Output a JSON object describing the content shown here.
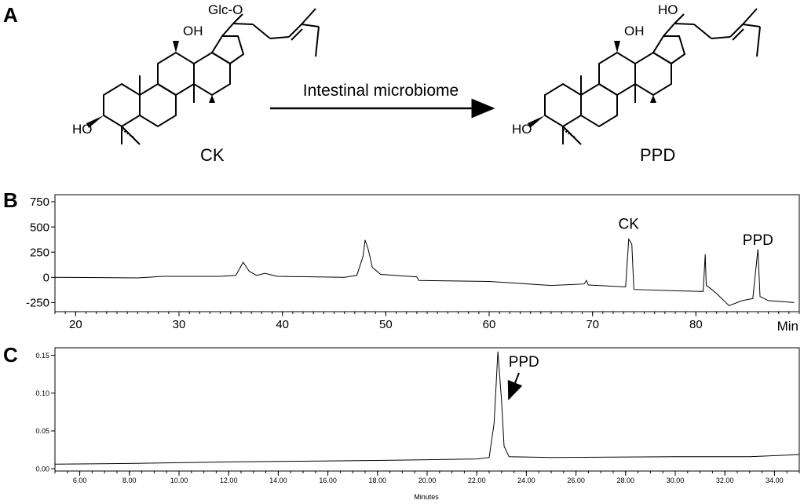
{
  "panels": {
    "a": "A",
    "b": "B",
    "c": "C"
  },
  "scheme": {
    "left_name": "CK",
    "right_name": "PPD",
    "arrow_label": "Intestinal microbiome",
    "left_labels": {
      "glc": "Glc-O",
      "oh": "OH",
      "ho": "HO"
    },
    "right_labels": {
      "ho_top": "HO",
      "oh": "OH",
      "ho": "HO"
    }
  },
  "chart_data": [
    {
      "type": "line",
      "panel": "B",
      "xlabel": "Min",
      "ylabel": "",
      "xlim": [
        18,
        90
      ],
      "ylim": [
        -340,
        820
      ],
      "x_ticks": [
        20,
        30,
        40,
        50,
        60,
        70,
        80
      ],
      "y_ticks": [
        -250,
        0,
        250,
        500,
        750
      ],
      "annotations": [
        {
          "text": "CK",
          "x": 73.5,
          "y": 480
        },
        {
          "text": "PPD",
          "x": 86.0,
          "y": 320
        }
      ],
      "series": [
        {
          "values": [
            [
              18,
              0
            ],
            [
              26,
              -5
            ],
            [
              28.5,
              10
            ],
            [
              34,
              10
            ],
            [
              35.5,
              20
            ],
            [
              36.2,
              150
            ],
            [
              36.8,
              60
            ],
            [
              37.5,
              20
            ],
            [
              38.3,
              40
            ],
            [
              39.5,
              10
            ],
            [
              46,
              0
            ],
            [
              47.2,
              20
            ],
            [
              47.8,
              210
            ],
            [
              48.0,
              370
            ],
            [
              48.3,
              280
            ],
            [
              48.7,
              100
            ],
            [
              49.5,
              30
            ],
            [
              53,
              5
            ],
            [
              53.2,
              -30
            ],
            [
              60,
              -40
            ],
            [
              66,
              -80
            ],
            [
              69.2,
              -65
            ],
            [
              69.4,
              -30
            ],
            [
              69.6,
              -75
            ],
            [
              73.2,
              -95
            ],
            [
              73.5,
              380
            ],
            [
              73.8,
              330
            ],
            [
              74.0,
              -120
            ],
            [
              79,
              -135
            ],
            [
              80.7,
              -140
            ],
            [
              80.9,
              230
            ],
            [
              81.0,
              -80
            ],
            [
              81.3,
              -100
            ],
            [
              82,
              -160
            ],
            [
              83.2,
              -280
            ],
            [
              84.5,
              -230
            ],
            [
              85.5,
              -210
            ],
            [
              86.0,
              280
            ],
            [
              86.2,
              -190
            ],
            [
              87,
              -230
            ],
            [
              89.5,
              -250
            ]
          ]
        }
      ]
    },
    {
      "type": "line",
      "panel": "C",
      "xlabel": "Minutes",
      "ylabel": "",
      "xlim": [
        5,
        35
      ],
      "ylim": [
        -0.003,
        0.16
      ],
      "x_ticks": [
        "6.00",
        "8.00",
        "10.00",
        "12.00",
        "14.00",
        "16.00",
        "18.00",
        "20.00",
        "22.00",
        "24.00",
        "26.00",
        "28.00",
        "30.00",
        "32.00",
        "34.00"
      ],
      "y_ticks": [
        "0.00",
        "0.05",
        "0.10",
        "0.15"
      ],
      "annotations": [
        {
          "text": "PPD",
          "x": 23.9,
          "y": 0.135
        }
      ],
      "series": [
        {
          "values": [
            [
              5,
              0.006
            ],
            [
              8,
              0.007
            ],
            [
              10,
              0.008
            ],
            [
              12,
              0.009
            ],
            [
              15,
              0.01
            ],
            [
              18,
              0.011
            ],
            [
              20,
              0.012
            ],
            [
              22,
              0.013
            ],
            [
              22.5,
              0.015
            ],
            [
              22.7,
              0.06
            ],
            [
              22.85,
              0.155
            ],
            [
              23.0,
              0.09
            ],
            [
              23.1,
              0.03
            ],
            [
              23.3,
              0.016
            ],
            [
              25,
              0.015
            ],
            [
              30,
              0.016
            ],
            [
              33,
              0.016
            ],
            [
              34.5,
              0.018
            ],
            [
              35,
              0.019
            ]
          ]
        }
      ]
    }
  ]
}
